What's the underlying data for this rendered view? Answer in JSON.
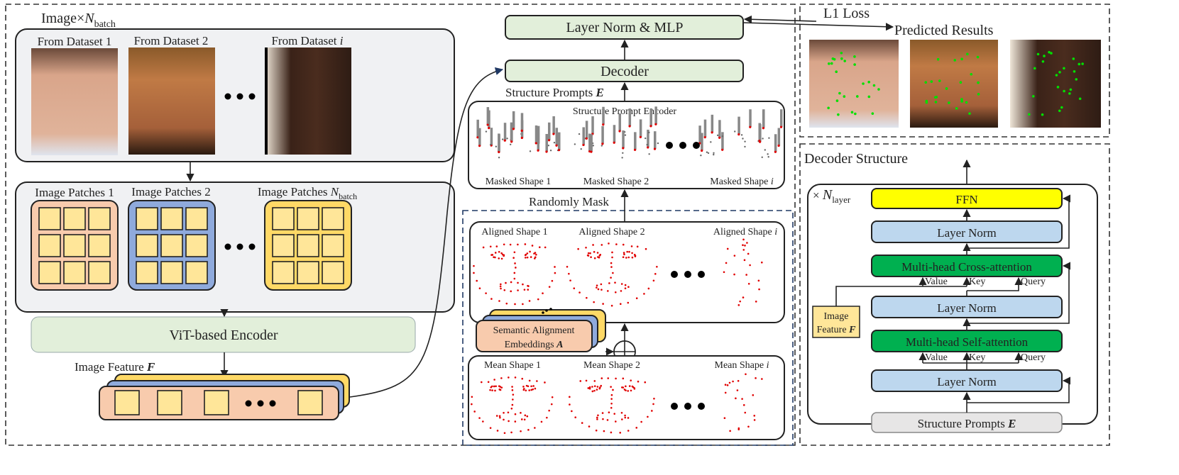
{
  "left": {
    "title": "Image×",
    "title_var": "N",
    "title_sub": "batch",
    "datasets": [
      "From Dataset 1",
      "From Dataset 2",
      "From Dataset "
    ],
    "dataset_i_var": "i",
    "patches": [
      "Image Patches 1",
      "Image Patches 2",
      "Image Patches "
    ],
    "patches_n_var": "N",
    "patches_n_sub": "batch",
    "encoder": "ViT-based Encoder",
    "feature_label": "Image Feature ",
    "feature_var": "F"
  },
  "middle": {
    "mlp": "Layer Norm & MLP",
    "decoder": "Decoder",
    "prompts_label": "Structure Prompts ",
    "prompts_var": "E",
    "encoder_title": "Structure Prompt Encoder",
    "masked": [
      "Masked Shape 1",
      "Masked Shape 2",
      "Masked Shape "
    ],
    "random_mask": "Randomly Mask",
    "aligned": [
      "Aligned Shape 1",
      "Aligned Shape 2",
      "Aligned Shape "
    ],
    "semantic_line1": "Semantic Alignment",
    "semantic_line2": "Embeddings ",
    "semantic_var": "A",
    "mean": [
      "Mean Shape 1",
      "Mean Shape 2",
      "Mean Shape "
    ],
    "i_var": "i"
  },
  "results": {
    "loss": "L1 Loss",
    "title": "Predicted Results"
  },
  "decoder_structure": {
    "title": "Decoder Structure",
    "repeat": "× ",
    "repeat_var": "N",
    "repeat_sub": "layer",
    "ffn": "FFN",
    "layer_norm": "Layer Norm",
    "cross_attention": "Multi-head Cross-attention",
    "self_attention": "Multi-head Self-attention",
    "value": "Value",
    "key": "Key",
    "query": "Query",
    "feature_line1": "Image",
    "feature_line2": "Feature ",
    "feature_var": "F",
    "input": "Structure Prompts ",
    "input_var": "E"
  },
  "colors": {
    "orange": "#f8cbad",
    "blue": "#8faadc",
    "yellow": "#ffd966",
    "patch": "#ffe699",
    "green_light": "#e2efda",
    "ffn": "#ffff00",
    "norm": "#bdd7ee",
    "attention": "#00b050",
    "landmark": "#e00000"
  }
}
